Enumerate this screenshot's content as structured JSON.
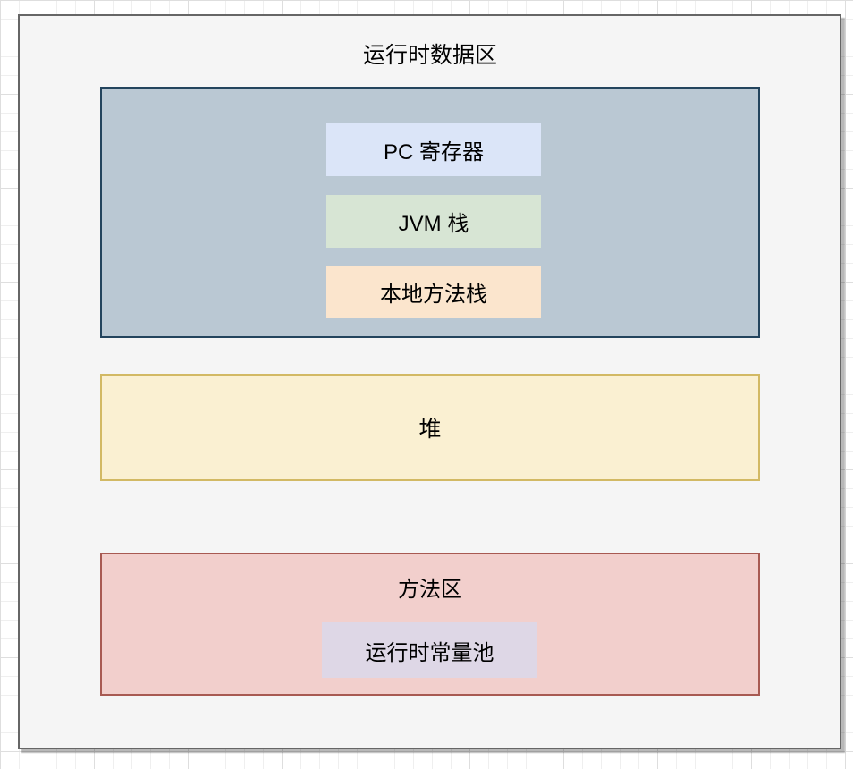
{
  "diagram": {
    "title": "运行时数据区",
    "nodes": {
      "thread_area": "",
      "pc_register": "PC 寄存器",
      "jvm_stack": "JVM 栈",
      "native_method_stack": "本地方法栈",
      "heap": "堆",
      "method_area": "方法区",
      "runtime_constant_pool": "运行时常量池"
    },
    "colors": {
      "page_background": "#ffffff",
      "grid_minor": "#efefef",
      "grid_major": "#dedede",
      "canvas_fill": "#f5f5f5",
      "canvas_border": "#666666",
      "text": "#000000",
      "thread_area": {
        "fill": "#bac8d3",
        "border": "#23445d"
      },
      "pc_register": {
        "fill": "#dbe5f8",
        "border": "#7a8fc2"
      },
      "jvm_stack": {
        "fill": "#d7e5d4",
        "border": "#8cb370"
      },
      "native_method_stack": {
        "fill": "#fbe5cd",
        "border": "#d9a142"
      },
      "heap": {
        "fill": "#faf0d2",
        "border": "#d2b964"
      },
      "method_area": {
        "fill": "#f2cfcc",
        "border": "#a85a52"
      },
      "runtime_constant_pool": {
        "fill": "#ded7e6",
        "border": "#9878aa"
      }
    }
  }
}
